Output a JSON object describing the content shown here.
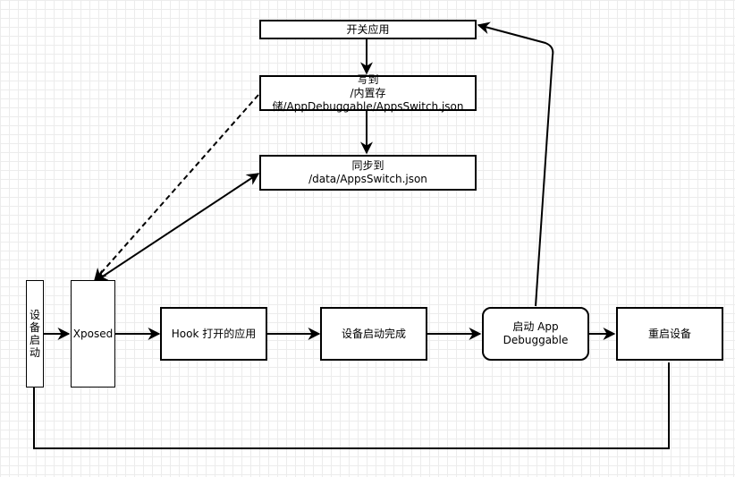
{
  "nodes": {
    "switch_app": "开关应用",
    "write_to": "写到\n/内置存储/AppDebuggable/AppsSwitch.json",
    "sync_to": "同步到\n/data/AppsSwitch.json",
    "device_boot": "设\n备\n启\n动",
    "xposed": "Xposed",
    "hook_apps": "Hook 打开的应用",
    "boot_complete": "设备启动完成",
    "launch_app": "启动 App\nDebuggable",
    "reboot": "重启设备"
  },
  "colors": {
    "stroke": "#000000",
    "grid": "#ececec",
    "background": "#ffffff"
  }
}
